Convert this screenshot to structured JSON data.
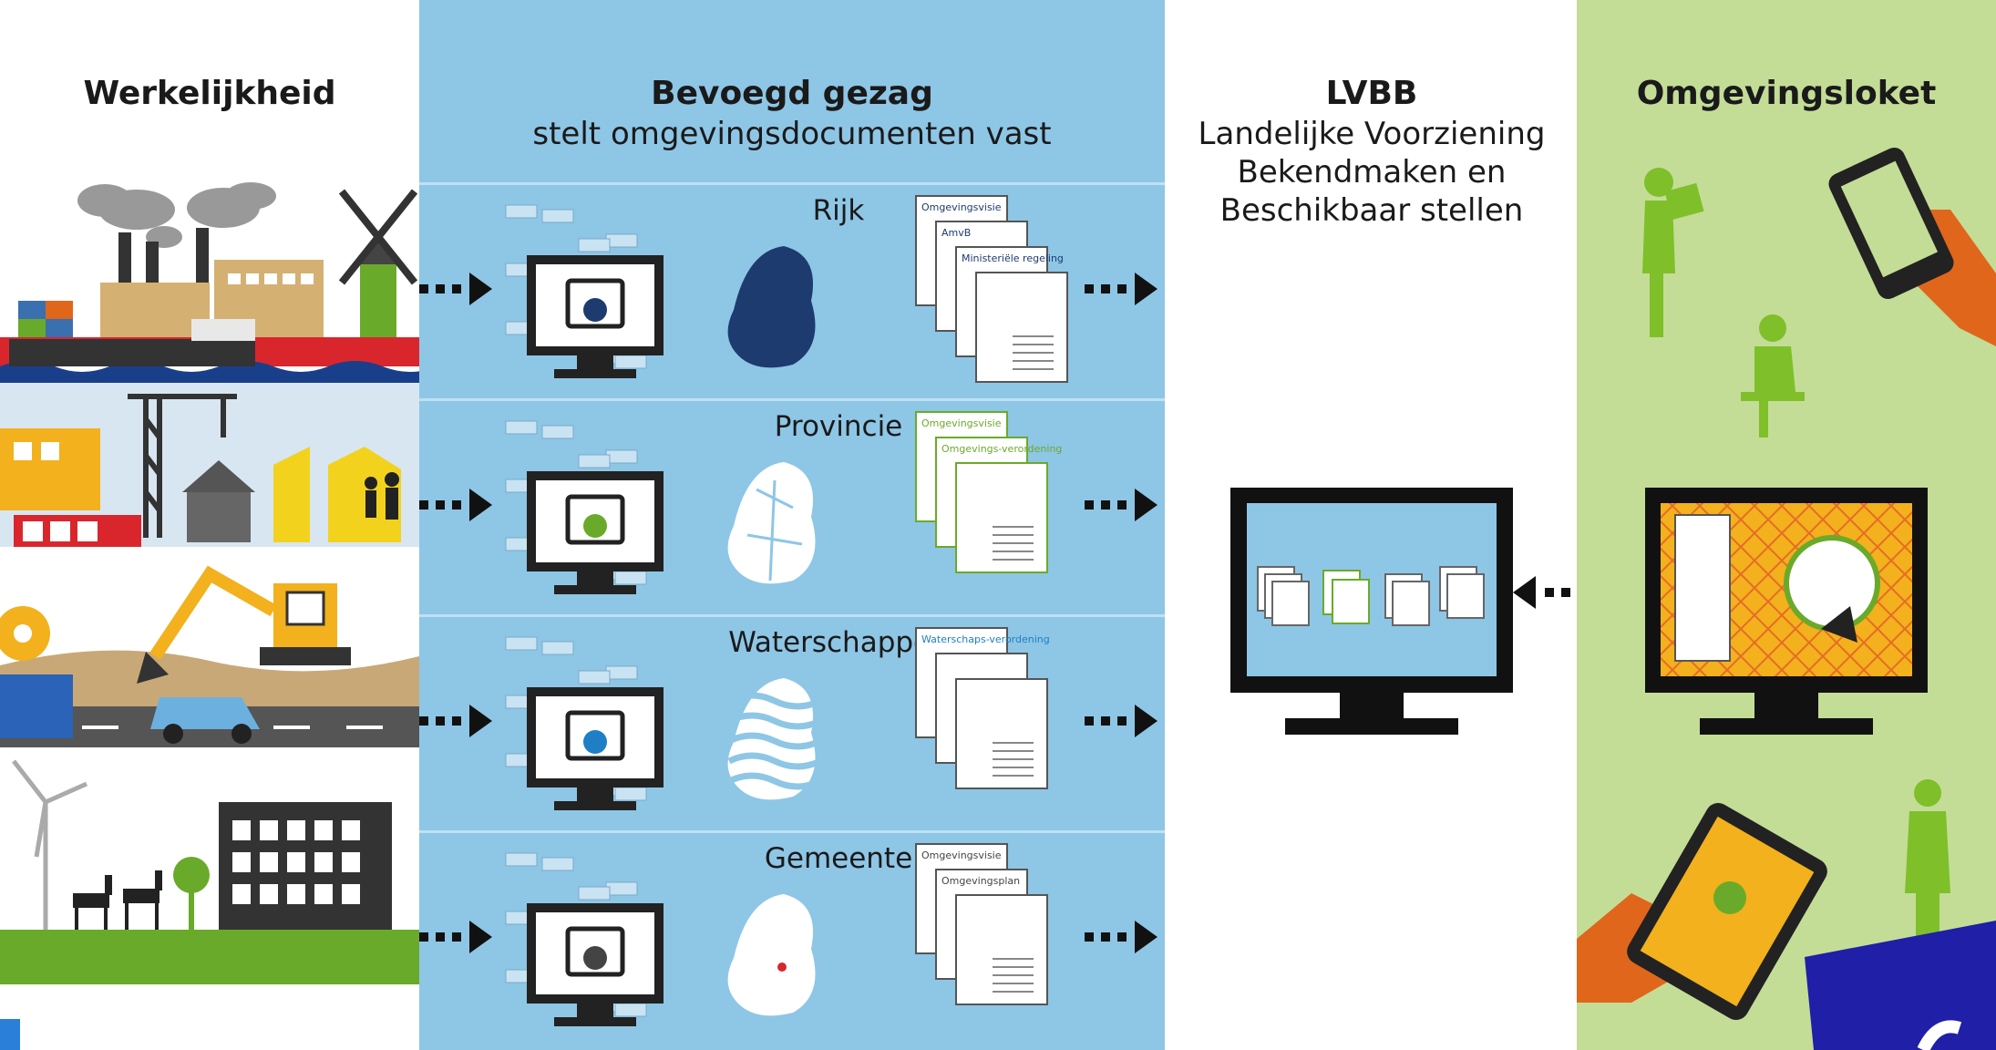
{
  "columns": {
    "reality": {
      "title": "Werkelijkheid"
    },
    "authority": {
      "title": "Bevoegd gezag",
      "subtitle": "stelt omgevingsdocumenten vast"
    },
    "lvbb": {
      "title": "LVBB",
      "subtitle_lines": [
        "Landelijke Voorziening",
        "Bekendmaken en",
        "Beschikbaar stellen"
      ]
    },
    "loket": {
      "title": "Omgevingsloket"
    }
  },
  "authorities": [
    {
      "name": "Rijk",
      "docs": [
        "Omgevingsvisie",
        "AmvB",
        "Ministeriële regeling"
      ],
      "accent": "#1d3b6e"
    },
    {
      "name": "Provincie",
      "docs": [
        "Omgevingsvisie",
        "Omgevings-verordening"
      ],
      "accent": "#6aaa2a"
    },
    {
      "name": "Waterschappen",
      "docs": [
        "Waterschaps-verordening"
      ],
      "accent": "#1f7fc4"
    },
    {
      "name": "Gemeente",
      "docs": [
        "Omgevingsvisie",
        "Omgevingsplan"
      ],
      "accent": "#444444"
    }
  ],
  "colors": {
    "authority_bg": "#8ec6e6",
    "loket_bg": "#c3dd97",
    "loket_figure": "#7fbf2a",
    "hand": "#e0661c",
    "corner_badge": "#1f1fa8"
  }
}
